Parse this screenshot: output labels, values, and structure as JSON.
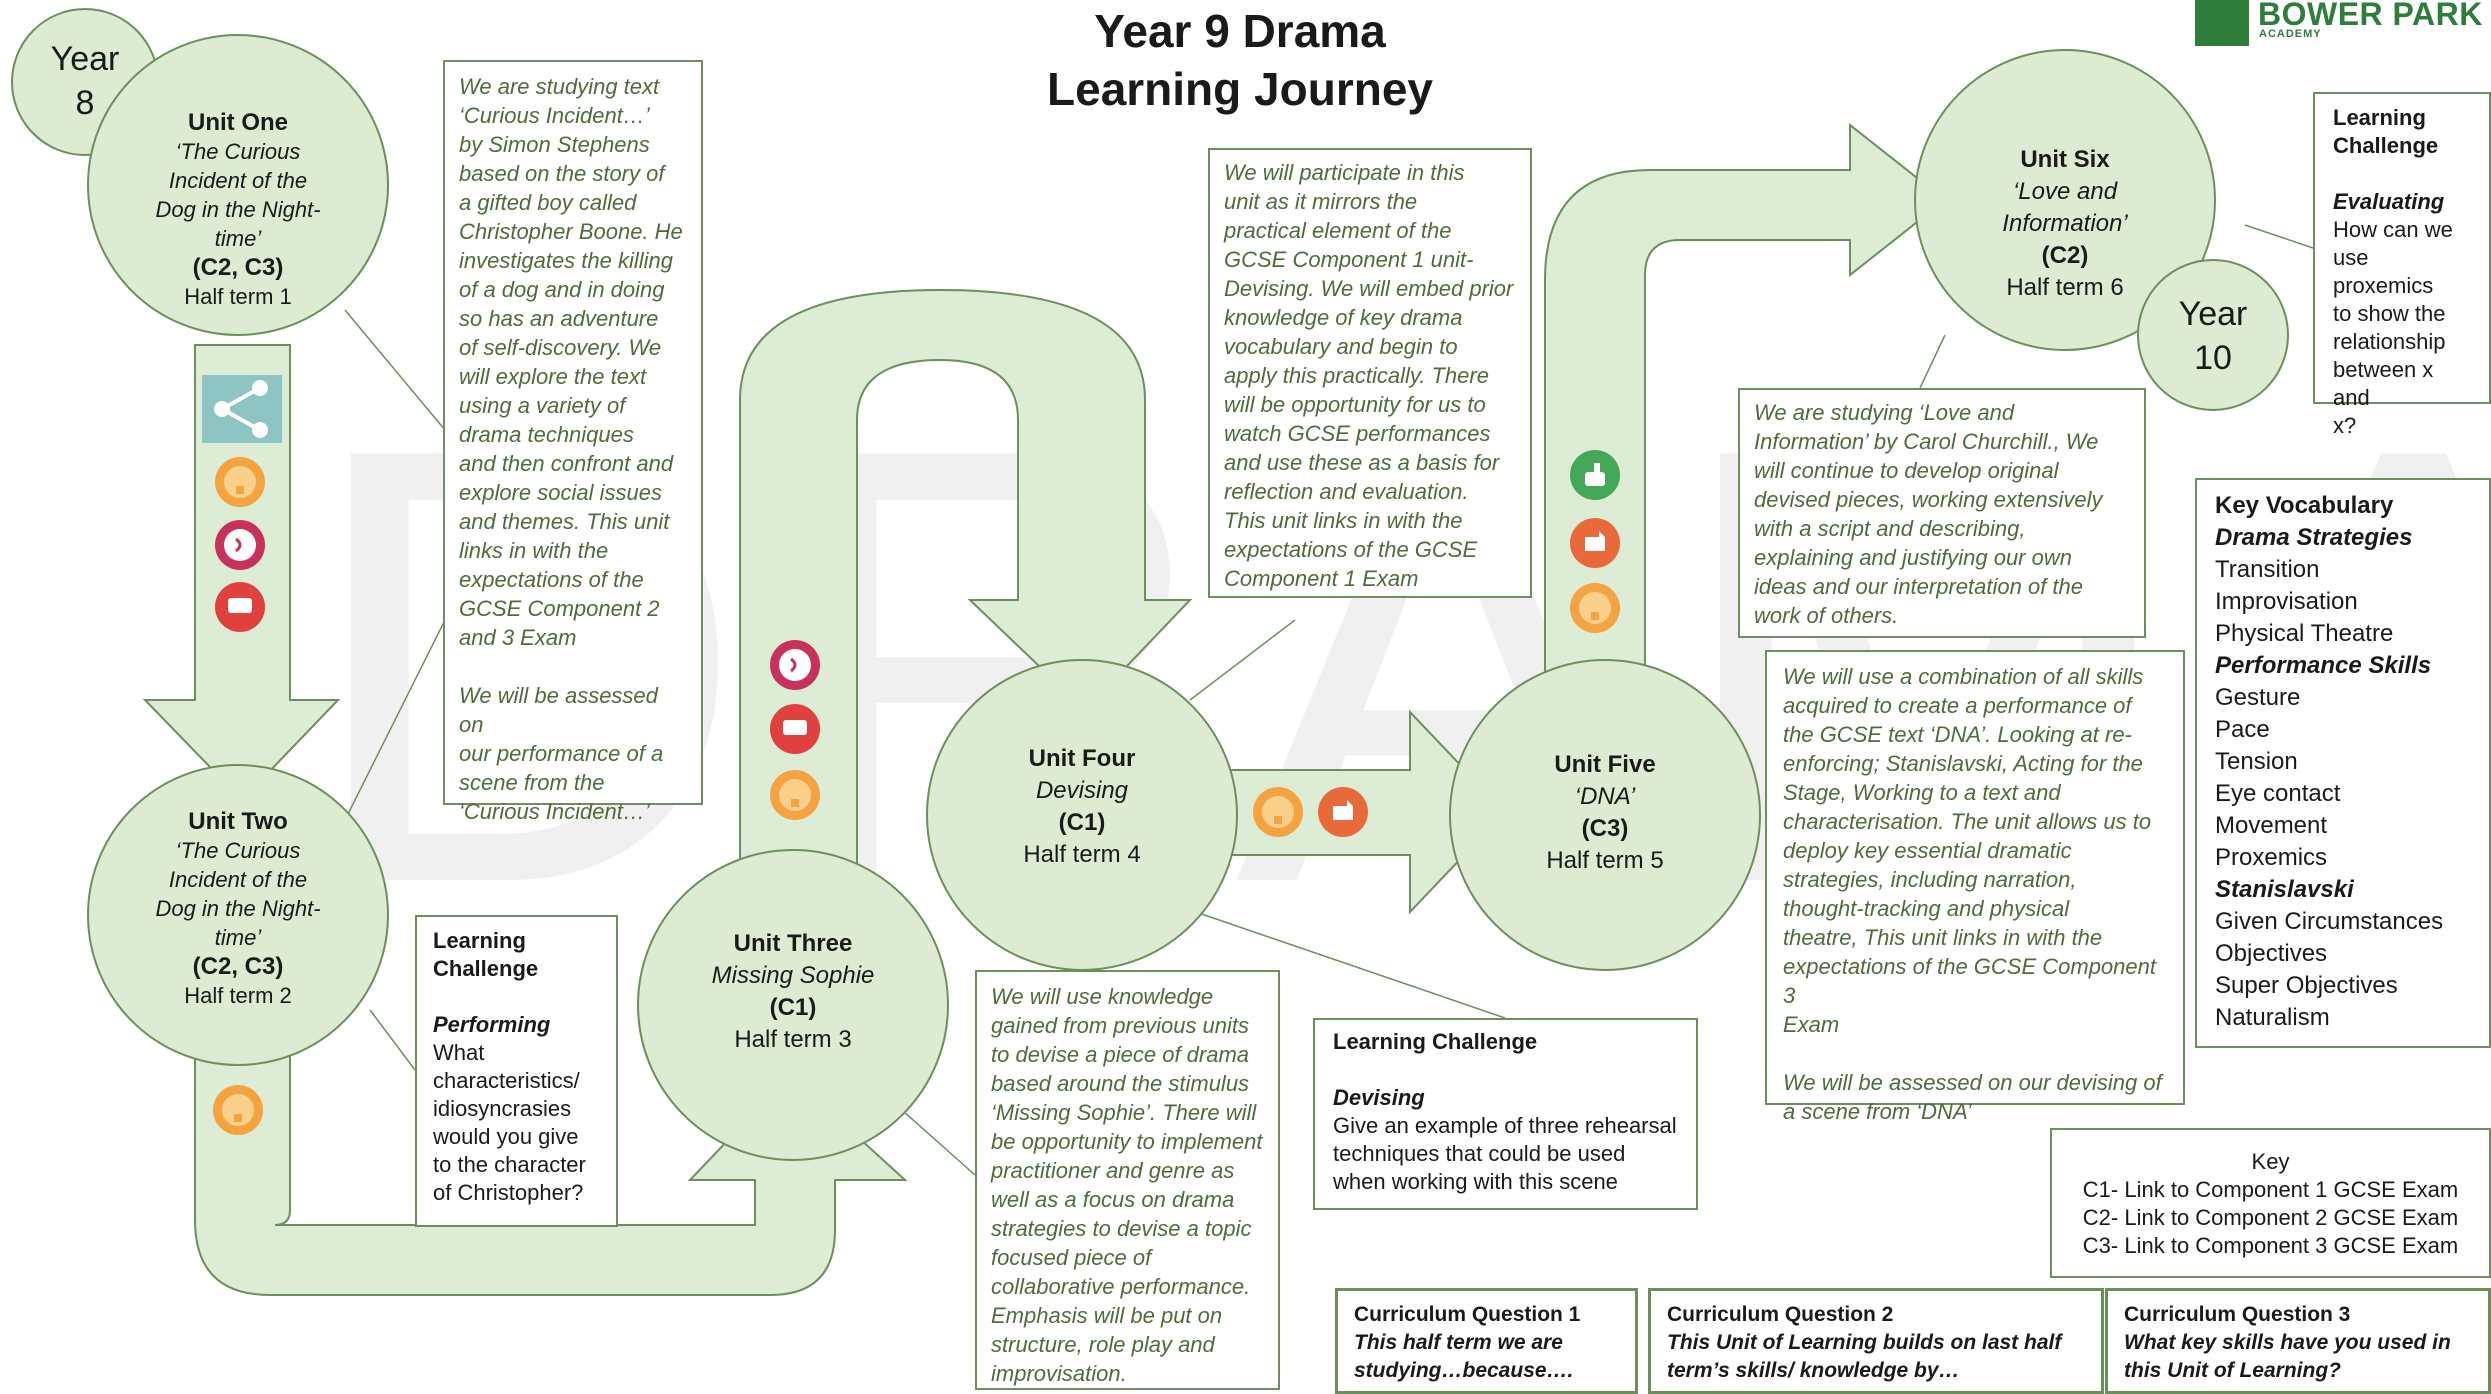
{
  "header": {
    "title_line1": "Year 9 Drama",
    "title_line2": "Learning Journey",
    "logo_name": "BOWER PARK",
    "logo_sub": "ACADEMY",
    "watermark": "DRAMA"
  },
  "years": {
    "start": "Year\n8",
    "start_word": "Year",
    "start_num": "8",
    "end_word": "Year",
    "end_num": "10"
  },
  "units": [
    {
      "title": "Unit One",
      "sub1": "‘The Curious",
      "sub2": "Incident of the",
      "sub3": "Dog in the Night-",
      "sub4": "time’",
      "code": "(C2, C3)",
      "term": "Half term 1"
    },
    {
      "title": "Unit Two",
      "sub1": "‘The Curious",
      "sub2": "Incident of the",
      "sub3": "Dog in the Night-",
      "sub4": "time’",
      "code": "(C2, C3)",
      "term": "Half term 2"
    },
    {
      "title": "Unit Three",
      "sub1": "Missing Sophie",
      "code": "(C1)",
      "term": "Half term 3"
    },
    {
      "title": "Unit Four",
      "sub1": "Devising",
      "code": "(C1)",
      "term": "Half term 4"
    },
    {
      "title": "Unit Five",
      "sub1": "‘DNA’",
      "code": "(C3)",
      "term": "Half term 5"
    },
    {
      "title": "Unit Six",
      "sub1": "‘Love and",
      "sub2": "Information’",
      "code": "(C2)",
      "term": "Half term 6"
    }
  ],
  "descriptions": {
    "unit1": [
      "We are studying text",
      "‘Curious Incident…’",
      "by Simon Stephens",
      "based on the story of",
      "a gifted boy called",
      "Christopher Boone. He",
      "investigates the killing",
      "of a dog and in doing",
      "so has an adventure",
      "of self-discovery. We",
      "will explore the text",
      "using a variety of",
      "drama techniques",
      "and then confront and",
      "explore social issues",
      "and themes. This unit",
      "links in with the",
      "expectations of the",
      "GCSE Component 2",
      "and 3 Exam",
      "",
      "We will be assessed on",
      "our performance of a",
      "scene from the",
      "‘Curious Incident…’"
    ],
    "unit3": [
      "We will use knowledge",
      "gained from previous units",
      "to devise a piece of drama",
      "based around the stimulus",
      "‘Missing Sophie’.  There will",
      "be opportunity to implement",
      "practitioner and genre as",
      "well as a focus on drama",
      "strategies to devise a topic",
      "focused piece of",
      "collaborative performance.",
      "Emphasis will be put on",
      "structure, role play and",
      "improvisation."
    ],
    "unit4": [
      "We will participate in this",
      "unit as it mirrors the",
      "practical element of the",
      "GCSE Component 1 unit-",
      "Devising. We will embed prior",
      "knowledge of key drama",
      "vocabulary and begin to",
      "apply this practically. There",
      "will be opportunity for us to",
      "watch GCSE performances",
      "and use these as a basis for",
      "reflection and evaluation.",
      "This unit links in with the",
      "expectations of the GCSE",
      "Component 1 Exam"
    ],
    "unit5": [
      "We will use a combination of all skills",
      "acquired to create a performance of",
      "the GCSE text ‘DNA’. Looking at re-",
      "enforcing; Stanislavski, Acting for the",
      "Stage, Working to a text and",
      "characterisation. The unit allows us to",
      "deploy key essential dramatic",
      "strategies, including narration,",
      "thought-tracking and physical",
      "theatre, This unit links in with the",
      "expectations of the GCSE Component 3",
      "Exam",
      "",
      "We will be assessed on our devising of",
      "a scene from ‘DNA’"
    ],
    "unit6": [
      "We are studying ‘Love and",
      "Information’ by Carol Churchill., We",
      "will continue to develop original",
      "devised pieces, working extensively",
      "with a script and describing,",
      "explaining and justifying our own",
      "ideas and our interpretation of the",
      "work of others."
    ]
  },
  "learning_challenges": {
    "performing": {
      "title": "Learning",
      "title2": "Challenge",
      "skill": "Performing",
      "lines": [
        "What",
        "characteristics/",
        "idiosyncrasies",
        "would you give",
        "to the character",
        "of Christopher?"
      ]
    },
    "devising": {
      "title": "Learning Challenge",
      "skill": "Devising",
      "lines": [
        "Give an example of three rehearsal",
        "techniques that could be used",
        "when working with this scene"
      ]
    },
    "evaluating": {
      "title": "Learning",
      "title2": "Challenge",
      "skill": "Evaluating",
      "lines": [
        "How can we",
        "use proxemics",
        "to show the",
        "relationship",
        "between x and",
        "x?"
      ]
    }
  },
  "vocabulary": {
    "heading": "Key Vocabulary",
    "sections": [
      {
        "name": "Drama Strategies",
        "items": [
          "Transition",
          "Improvisation",
          "Physical Theatre"
        ]
      },
      {
        "name": "Performance Skills",
        "items": [
          "Gesture",
          "Pace",
          "Tension",
          "Eye contact",
          "Movement",
          "Proxemics"
        ]
      },
      {
        "name": "Stanislavski",
        "items": [
          "Given Circumstances",
          "Objectives",
          "Super Objectives",
          "Naturalism"
        ]
      }
    ]
  },
  "key": {
    "heading": "Key",
    "lines": [
      "C1- Link to Component 1 GCSE Exam",
      "C2- Link to Component 2 GCSE Exam",
      "C3- Link to Component 3 GCSE Exam"
    ]
  },
  "curriculum_questions": [
    {
      "title": "Curriculum  Question 1",
      "q1": "This half term we are",
      "q2": "studying…because…."
    },
    {
      "title": "Curriculum  Question  2",
      "q1": "This Unit of Learning builds on last half",
      "q2": "term’s skills/ knowledge by…"
    },
    {
      "title": "Curriculum  Question 3",
      "q1": "What key skills have you used in",
      "q2": "this Unit of Learning?"
    }
  ],
  "badges": [
    {
      "icon": "lightbulb-icon",
      "color": "#f4a340"
    },
    {
      "icon": "listening-icon",
      "color": "#c8325a"
    },
    {
      "icon": "speech-bubble-icon",
      "color": "#e0413f"
    },
    {
      "icon": "puzzle-icon",
      "color": "#e86a3a"
    },
    {
      "icon": "thumbs-up-icon",
      "color": "#43a857"
    },
    {
      "icon": "share-icon",
      "color": "#8fc4c4"
    }
  ],
  "colors": {
    "path_fill": "#ddecd4",
    "path_stroke": "#6d8f5c",
    "circle_fill": "#dcebd2",
    "text_green": "#4e6b3a",
    "brand_green": "#2e7d3a"
  }
}
